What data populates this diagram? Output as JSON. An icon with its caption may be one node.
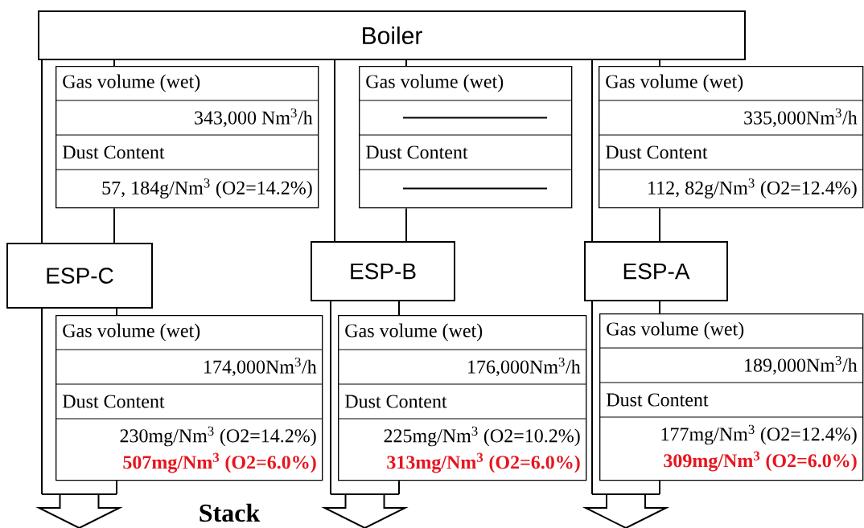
{
  "diagram": {
    "nodes": [
      {
        "text": [
          "Boiler"
        ]
      },
      {
        "text": [
          "Gas volume (wet)",
          "343,000 Nm$^{3}$/h",
          "Dust Content",
          "57, 184g/Nm$^{3}$ (O2=14.2%)"
        ]
      },
      {
        "text": [
          "Gas volume (wet)",
          "Dust Content"
        ]
      },
      {
        "text": [
          "Gas volume (wet)",
          "335,000Nm$^{3}$/h",
          "Dust Content",
          "112, 82g/Nm$^{3}$ (O2=12.4%)"
        ]
      },
      {
        "text": [
          "ESP-C"
        ]
      },
      {
        "text": [
          "ESP-B"
        ]
      },
      {
        "text": [
          "ESP-A"
        ]
      },
      {
        "text": [
          "Gas volume (wet)",
          "174,000Nm$^{3}$/h",
          "Dust Content",
          "230mg/Nm$^{3}$ (O2=14.2%)",
          "507mg/Nm$^{3}$ (O2=6.0%)"
        ]
      },
      {
        "text": [
          "Gas volume (wet)",
          "176,000Nm$^{3}$/h",
          "Dust Content",
          "225mg/Nm$^{3}$ (O2=10.2%)",
          "313mg/Nm$^{3}$ (O2=6.0%)"
        ]
      },
      {
        "text": [
          "Gas volume (wet)",
          "189,000Nm$^{3}$/h",
          "Dust Content",
          "177mg/Nm$^{3}$ (O2=12.4%)",
          "309mg/Nm$^{3}$ (O2=6.0%)"
        ]
      },
      {
        "text": [],
        "shape": "arrow"
      },
      {
        "text": [],
        "shape": "arrow"
      },
      {
        "text": [],
        "shape": "arrow"
      }
    ],
    "edges": [
      {
        "from": 0,
        "to": 4,
        "arrow": "none"
      },
      {
        "from": 0,
        "to": 1,
        "arrow": "none"
      },
      {
        "from": 1,
        "to": 4,
        "arrow": "none"
      },
      {
        "from": 0,
        "to": 5,
        "arrow": "none"
      },
      {
        "from": 0,
        "to": 2,
        "arrow": "none"
      },
      {
        "from": 2,
        "to": 5,
        "arrow": "none"
      },
      {
        "from": 0,
        "to": 6,
        "arrow": "none"
      },
      {
        "from": 0,
        "to": 3,
        "arrow": "none"
      },
      {
        "from": 3,
        "to": 6,
        "arrow": "none"
      },
      {
        "from": 4,
        "to": 10,
        "arrow": "none"
      },
      {
        "from": 4,
        "to": 7,
        "arrow": "none"
      },
      {
        "from": 7,
        "to": 10,
        "arrow": "none"
      },
      {
        "from": 5,
        "to": 11,
        "arrow": "none"
      },
      {
        "from": 5,
        "to": 8,
        "arrow": "none"
      },
      {
        "from": 8,
        "to": 11,
        "arrow": "none"
      },
      {
        "from": 6,
        "to": 12,
        "arrow": "none"
      },
      {
        "from": 6,
        "to": 9,
        "arrow": "none"
      },
      {
        "from": 9,
        "to": 12,
        "arrow": "none"
      }
    ],
    "labels": [
      "Stack"
    ]
  }
}
